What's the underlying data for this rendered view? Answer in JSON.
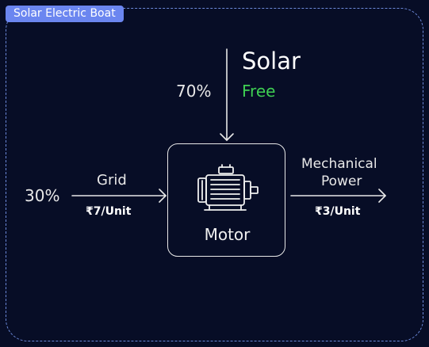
{
  "title": "Solar Electric Boat",
  "solar": {
    "label": "Solar",
    "cost": "Free",
    "share": "70%"
  },
  "grid": {
    "label": "Grid",
    "cost": "₹7/Unit",
    "share": "30%"
  },
  "motor": {
    "label": "Motor",
    "icon": "motor-icon"
  },
  "output": {
    "label_line1": "Mechanical",
    "label_line2": "Power",
    "cost": "₹3/Unit"
  },
  "colors": {
    "background": "#070d26",
    "accent": "#6b86f0",
    "border_dashed": "#6b88d8",
    "free_green": "#3ecf52",
    "foreground": "#e8e8e8"
  }
}
